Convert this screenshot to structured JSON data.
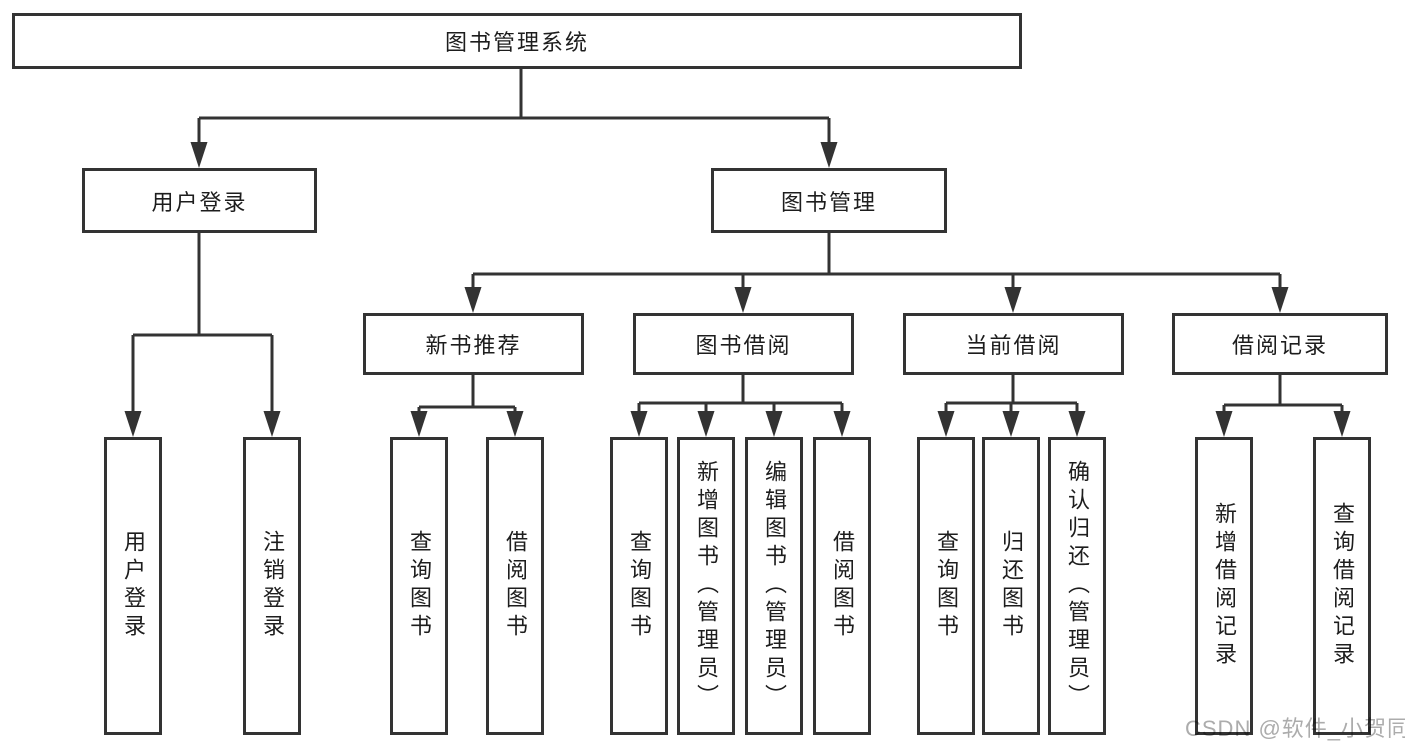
{
  "tree": {
    "root": {
      "label": "图书管理系统",
      "children": [
        {
          "label": "用户登录",
          "children": [
            {
              "label": "用户登录"
            },
            {
              "label": "注销登录"
            }
          ]
        },
        {
          "label": "图书管理",
          "children": [
            {
              "label": "新书推荐",
              "children": [
                {
                  "label": "查询图书"
                },
                {
                  "label": "借阅图书"
                }
              ]
            },
            {
              "label": "图书借阅",
              "children": [
                {
                  "label": "查询图书"
                },
                {
                  "label": "新增图书（管理员）"
                },
                {
                  "label": "编辑图书（管理员）"
                },
                {
                  "label": "借阅图书"
                }
              ]
            },
            {
              "label": "当前借阅",
              "children": [
                {
                  "label": "查询图书"
                },
                {
                  "label": "归还图书"
                },
                {
                  "label": "确认归还（管理员）"
                }
              ]
            },
            {
              "label": "借阅记录",
              "children": [
                {
                  "label": "新增借阅记录"
                },
                {
                  "label": "查询借阅记录"
                }
              ]
            }
          ]
        }
      ]
    }
  },
  "watermark": {
    "text": "CSDN @软件_小贺同学"
  },
  "colors": {
    "line": "#333333",
    "box_border": "#333333",
    "text": "#1d1d1d",
    "background": "#ffffff",
    "watermark": "#acacac"
  }
}
